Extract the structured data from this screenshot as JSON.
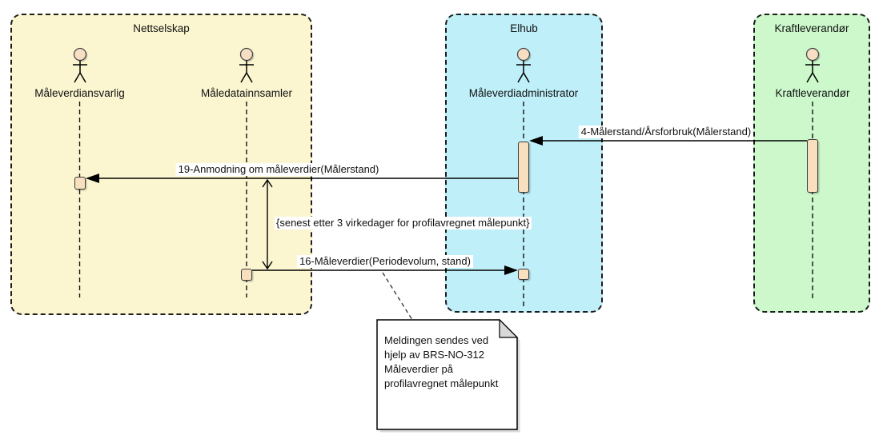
{
  "diagram": {
    "type": "uml-sequence-diagram",
    "frames": [
      {
        "title": "Nettselskap",
        "color": "#FBF6D0",
        "actors": [
          {
            "name": "Måleverdiansvarlig"
          },
          {
            "name": "Måledatainnsamler"
          }
        ]
      },
      {
        "title": "Elhub",
        "color": "#BFEFF9",
        "actors": [
          {
            "name": "Måleverdiadministrator"
          }
        ]
      },
      {
        "title": "Kraftleverandør",
        "color": "#CCF8CC",
        "actors": [
          {
            "name": "Kraftleverandør"
          }
        ]
      }
    ],
    "messages": [
      {
        "label": "4-Målerstand/Årsforbruk(Målerstand)",
        "from": "Kraftleverandør",
        "to": "Måleverdiadministrator",
        "direction": "left"
      },
      {
        "label": "19-Anmodning om måleverdier(Målerstand)",
        "from": "Måleverdiadministrator",
        "to": "Måleverdiansvarlig",
        "direction": "left"
      },
      {
        "label": "16-Måleverdier(Periodevolum, stand)",
        "from": "Måledatainnsamler",
        "to": "Måleverdiadministrator",
        "direction": "right"
      }
    ],
    "duration_constraint": "{senest etter 3 virkedager for profilavregnet målepunkt}",
    "note": "Meldingen sendes ved hjelp av BRS-NO-312 Måleverdier på profilavregnet målepunkt",
    "colors": {
      "frame-yellow": "#FBF6D0",
      "frame-cyan": "#BFEFF9",
      "frame-green": "#CCF8CC",
      "activation": "#F8DFBE",
      "actor-skin": "#F8DFC4",
      "line": "#000000",
      "note-fill": "#FFFFFF",
      "note-fold": "#D9D9D9"
    }
  }
}
